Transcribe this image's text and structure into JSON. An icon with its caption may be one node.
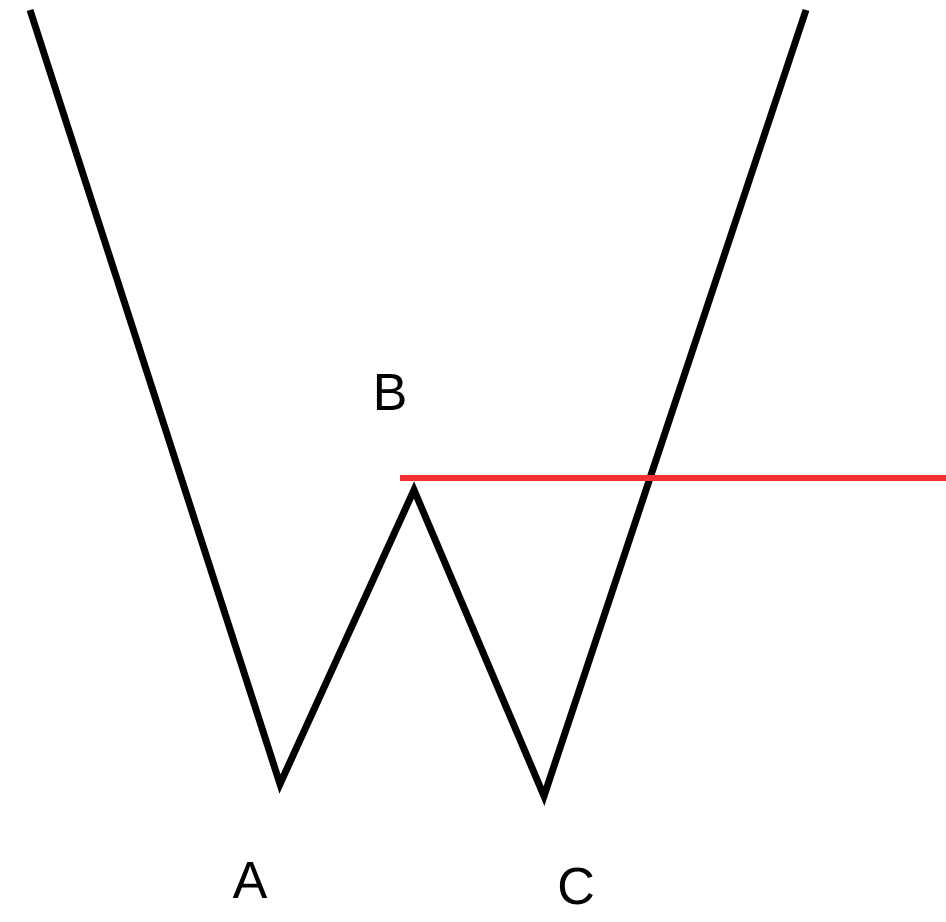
{
  "diagram": {
    "labels": [
      "B",
      "A",
      "C"
    ]
  }
}
